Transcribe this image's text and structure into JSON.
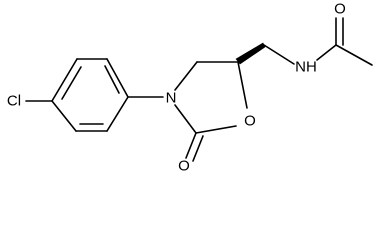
{
  "atoms": {
    "chlorine": "Cl",
    "ring_nitrogen": "N",
    "ring_oxygen": "O",
    "carbonyl_oxygen": "O",
    "amide_nitrogen": "NH",
    "acetyl_oxygen": "O"
  },
  "stereo": {
    "c5_bond": "wedge"
  }
}
